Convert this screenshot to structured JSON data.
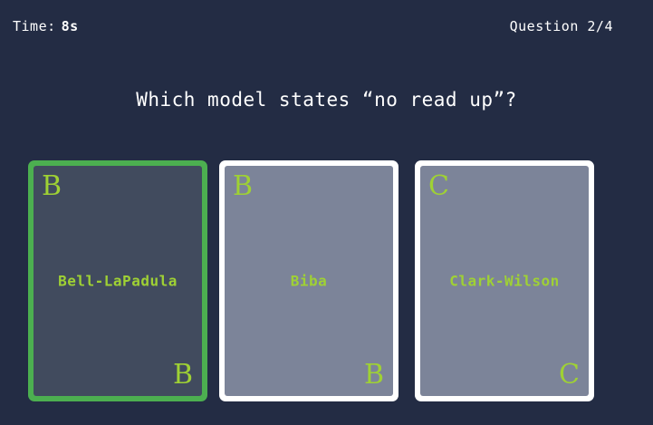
{
  "theme": {
    "background": "#232c44",
    "text_primary": "#ffffff",
    "accent_green": "#4caf50",
    "card_text_green": "#9fd134",
    "card_face_selected": "#414b5e",
    "card_face_default": "#7c8499",
    "card_border_default": "#ffffff"
  },
  "hud": {
    "timer_label": "Time:",
    "timer_value": "8s",
    "progress": "Question 2/4"
  },
  "question": {
    "text": "Which model states “no read up”?"
  },
  "cards": [
    {
      "label": "Bell-LaPadula",
      "pip": "B",
      "selected": true
    },
    {
      "label": "Biba",
      "pip": "B",
      "selected": false
    },
    {
      "label": "Clark-Wilson",
      "pip": "C",
      "selected": false
    }
  ]
}
